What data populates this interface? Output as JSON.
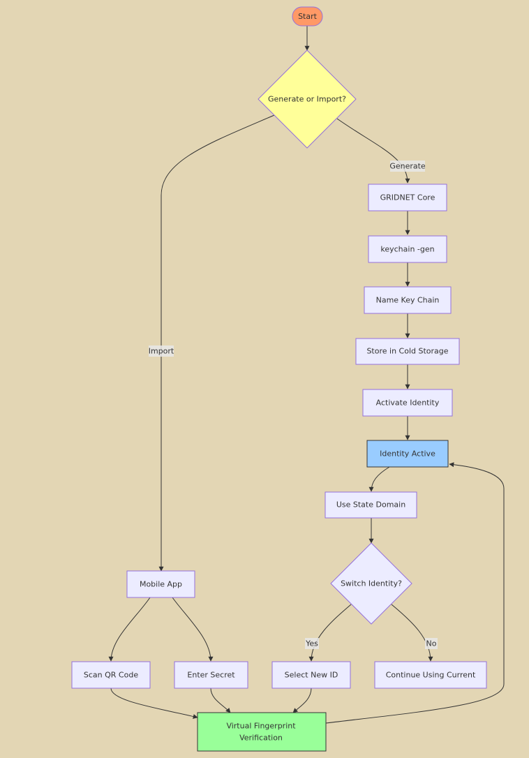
{
  "nodes": {
    "start": "Start",
    "decision_generate_import": "Generate or Import?",
    "gridnet_core": "GRIDNET Core",
    "keychain_gen": "keychain -gen",
    "name_key_chain": "Name Key Chain",
    "store_cold_storage": "Store in Cold Storage",
    "activate_identity": "Activate Identity",
    "identity_active": "Identity Active",
    "use_state_domain": "Use State Domain",
    "switch_identity": "Switch Identity?",
    "mobile_app": "Mobile App",
    "scan_qr_code": "Scan QR Code",
    "enter_secret": "Enter Secret",
    "select_new_id": "Select New ID",
    "continue_using_current": "Continue Using Current",
    "virtual_fingerprint_line1": "Virtual Fingerprint",
    "virtual_fingerprint_line2": "Verification"
  },
  "edge_labels": {
    "generate": "Generate",
    "import": "Import",
    "yes": "Yes",
    "no": "No"
  },
  "colors": {
    "background": "#e3d6b4",
    "start_fill": "#ff9966",
    "decision_fill": "#ffff99",
    "default_fill": "#ececff",
    "identity_active_fill": "#99ccff",
    "verification_fill": "#99ff99",
    "border": "#9370db",
    "edge": "#333333"
  }
}
